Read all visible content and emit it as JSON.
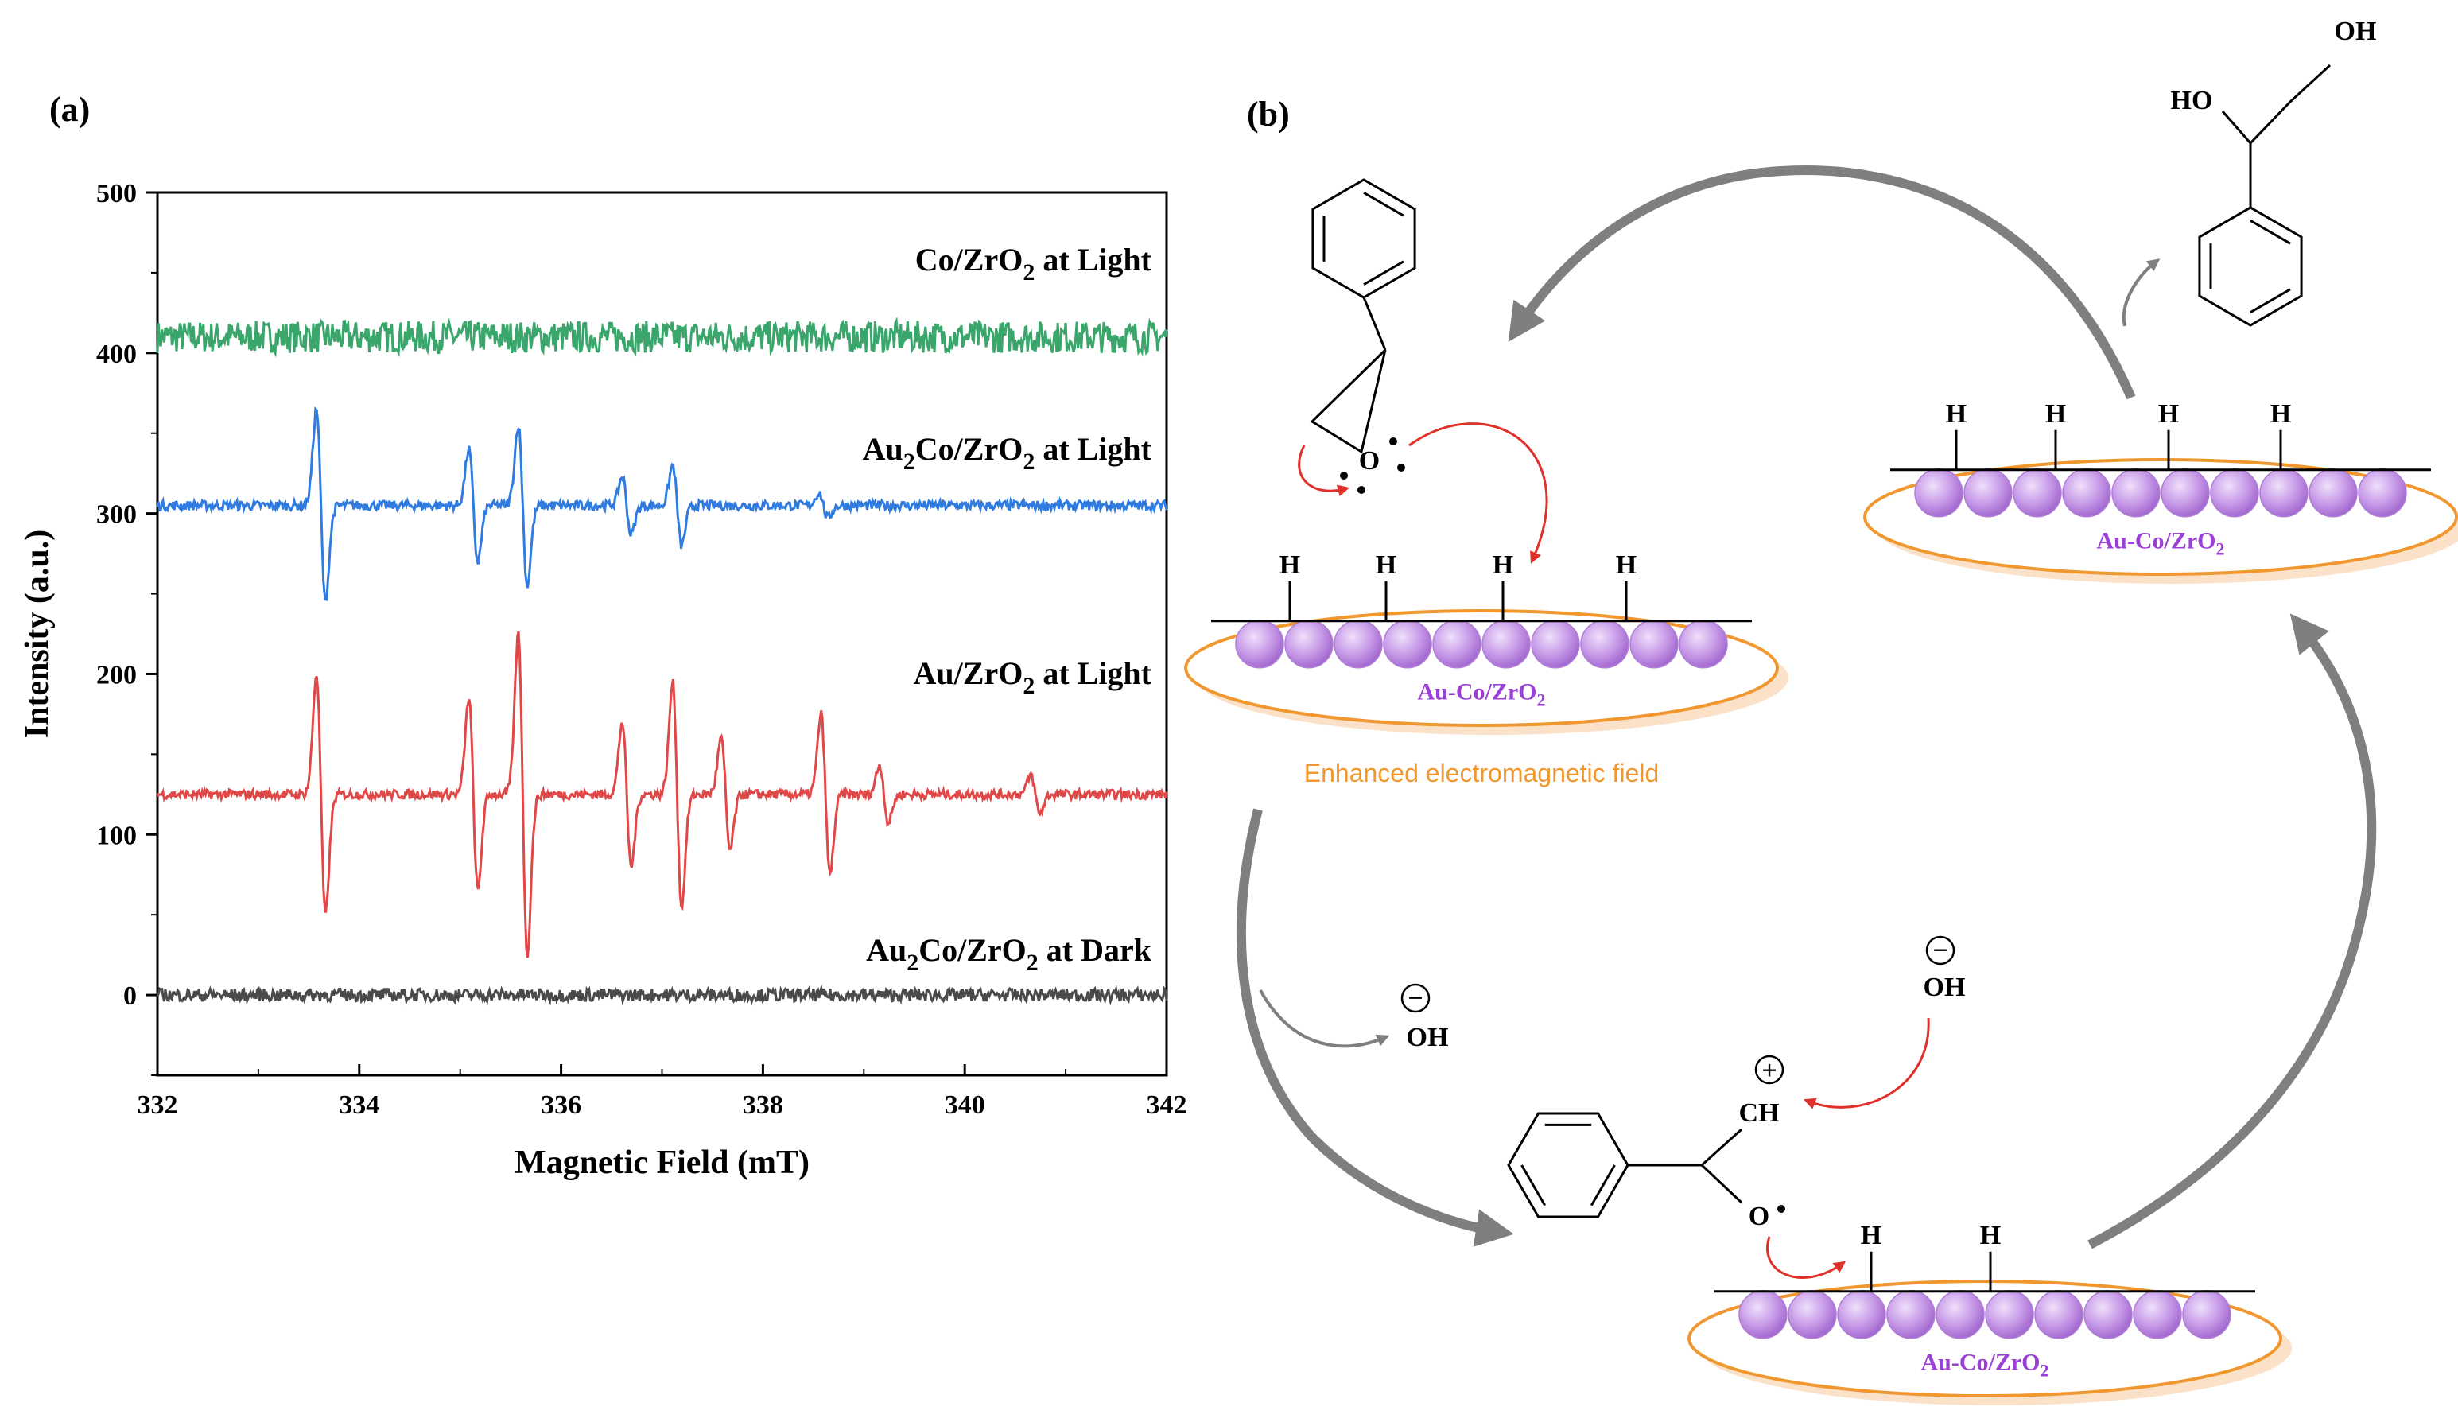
{
  "panels": {
    "a": "(a)",
    "b": "(b)"
  },
  "chart_data": {
    "type": "line",
    "xlabel": "Magnetic Field (mT)",
    "ylabel": "Intensity (a.u.)",
    "xlim": [
      332,
      342
    ],
    "ylim": [
      -50,
      500
    ],
    "xticks": [
      332,
      334,
      336,
      338,
      340,
      342
    ],
    "yticks": [
      0,
      100,
      200,
      300,
      400,
      500
    ],
    "series": [
      {
        "name": "Co/ZrO2 at Light",
        "color": "#3aa66b",
        "baseline": 410,
        "noise": 10,
        "peaks": []
      },
      {
        "name": "Au2Co/ZrO2 at Light",
        "color": "#2f7be0",
        "baseline": 305,
        "noise": 3,
        "peaks": [
          [
            333.62,
            60
          ],
          [
            335.13,
            35
          ],
          [
            335.62,
            50
          ],
          [
            336.65,
            18
          ],
          [
            337.15,
            25
          ],
          [
            338.6,
            8
          ]
        ]
      },
      {
        "name": "Au/ZrO2 at Light",
        "color": "#e04848",
        "baseline": 125,
        "noise": 3,
        "peaks": [
          [
            333.62,
            75
          ],
          [
            335.13,
            60
          ],
          [
            335.62,
            100
          ],
          [
            336.65,
            45
          ],
          [
            337.15,
            70
          ],
          [
            337.63,
            35
          ],
          [
            338.62,
            50
          ],
          [
            339.2,
            18
          ],
          [
            340.7,
            12
          ]
        ]
      },
      {
        "name": "Au2Co/ZrO2 at Dark",
        "color": "#4a4a4a",
        "baseline": 0,
        "noise": 4,
        "peaks": []
      }
    ],
    "series_labels": [
      {
        "main": "Co/ZrO",
        "sub": "2",
        "pre": "",
        "tail": " at Light"
      },
      {
        "pre": "Au",
        "sub0": "2",
        "main": "Co/ZrO",
        "sub": "2",
        "tail": " at Light"
      },
      {
        "main": "Au/ZrO",
        "sub": "2",
        "pre": "",
        "tail": " at Light"
      },
      {
        "pre": "Au",
        "sub0": "2",
        "main": "Co/ZrO",
        "sub": "2",
        "tail": " at Dark"
      }
    ]
  },
  "scheme": {
    "catalyst_main": "Au-Co/ZrO",
    "catalyst_sub": "2",
    "h_label": "H",
    "field_label": "Enhanced electromagnetic field",
    "oh_label": "OH",
    "ho_label": "HO",
    "o_label": "O",
    "ch_label": "CH",
    "minus": "−",
    "plus": "+",
    "arrow_color": "#7f7f7f",
    "red_arrow_color": "#e0302a",
    "sphere_color": "#c79ae8",
    "ellipse_color": "#f0982f"
  }
}
